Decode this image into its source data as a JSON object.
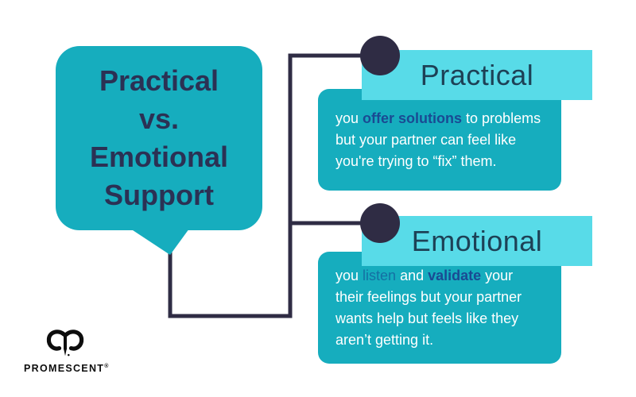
{
  "title_bubble": {
    "lines": [
      "Practical",
      "vs.",
      "Emotional",
      "Support"
    ]
  },
  "branches": [
    {
      "label": "Practical",
      "body_segments": [
        {
          "text": "you ",
          "style": "normal"
        },
        {
          "text": "offer solutions",
          "style": "highlight"
        },
        {
          "text": " to problems\nbut your partner can feel like\nyou're trying to “fix” them.",
          "style": "normal"
        }
      ]
    },
    {
      "label": "Emotional",
      "body_segments": [
        {
          "text": "you ",
          "style": "normal"
        },
        {
          "text": "listen",
          "style": "accent"
        },
        {
          "text": " and ",
          "style": "normal"
        },
        {
          "text": "validate",
          "style": "highlight"
        },
        {
          "text": " your\ntheir feelings but your partner\nwants help but feels like they\naren’t getting it.",
          "style": "normal"
        }
      ]
    }
  ],
  "logo": {
    "wordmark": "PROMESCENT",
    "registered": "®",
    "symbol": "aries-ram-icon"
  },
  "colors": {
    "teal": "#16adbe",
    "cyan": "#58dbe8",
    "navy": "#2f2c44",
    "title-text": "#2b3154",
    "header-text": "#1d4156",
    "body-text": "#ffffff",
    "highlight": "#1a4a93",
    "accent": "#1470a3",
    "logo-ink": "#0d0d0d",
    "background": "#ffffff"
  }
}
